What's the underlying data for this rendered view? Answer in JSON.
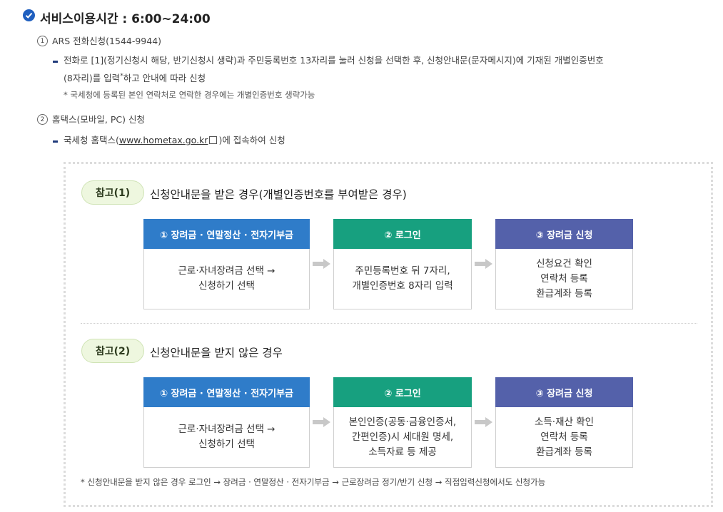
{
  "header": {
    "title": "서비스이용시간 : 6:00~24:00"
  },
  "methods": [
    {
      "num": "1",
      "title": "ARS 전화신청(1544-9944)",
      "line1": "전화로 [1](정기신청시 해당, 반기신청시 생략)과 주민등록번호 13자리를 눌러 신청을 선택한 후, 신청안내문(문자메시지)에 기재된 개별인증번호",
      "line2a": "(8자리)를 입력",
      "line2_sup": "*",
      "line2b": "하고 안내에 따라 신청",
      "note": "* 국세청에 등록된 본인 연락처로 연락한 경우에는 개별인증번호 생략가능"
    },
    {
      "num": "2",
      "title": "홈택스(모바일, PC) 신청",
      "line_prefix": "국세청 홈택스(",
      "link": "www.hometax.go.kr",
      "line_suffix": ")에 접속하여 신청"
    }
  ],
  "references": [
    {
      "badge": "참고(1)",
      "title": "신청안내문을 받은 경우(개별인증번호를 부여받은 경우)",
      "steps": [
        {
          "head": "① 장려금 · 연말정산 · 전자기부금",
          "lines": [
            "근로·자녀장려금 선택 →",
            "신청하기 선택"
          ]
        },
        {
          "head": "② 로그인",
          "lines": [
            "주민등록번호 뒤 7자리,",
            "개별인증번호 8자리 입력"
          ]
        },
        {
          "head": "③ 장려금 신청",
          "lines": [
            "신청요건 확인",
            "연락처 등록",
            "환급계좌 등록"
          ]
        }
      ]
    },
    {
      "badge": "참고(2)",
      "title": "신청안내문을 받지 않은 경우",
      "steps": [
        {
          "head": "① 장려금 · 연말정산 · 전자기부금",
          "lines": [
            "근로·자녀장려금 선택 →",
            "신청하기 선택"
          ]
        },
        {
          "head": "② 로그인",
          "lines": [
            "본인인증(공동·금융인증서,",
            "간편인증)시 세대원 명세,",
            "소득자료 등 제공"
          ]
        },
        {
          "head": "③ 장려금 신청",
          "lines": [
            "소득·재산 확인",
            "연락처 등록",
            "환급계좌 등록"
          ]
        }
      ]
    }
  ],
  "footnote": "* 신청안내문을 받지 않은 경우 로그인 → 장려금 · 연말정산 · 전자기부금 → 근로장려금 정기/반기 신청 → 직접입력신청에서도 신청가능",
  "colors": {
    "step1": "#2f7cc9",
    "step2": "#17a07f",
    "step3": "#5461aa",
    "badge_bg": "#eef7df",
    "check": "#1f5fbf"
  }
}
